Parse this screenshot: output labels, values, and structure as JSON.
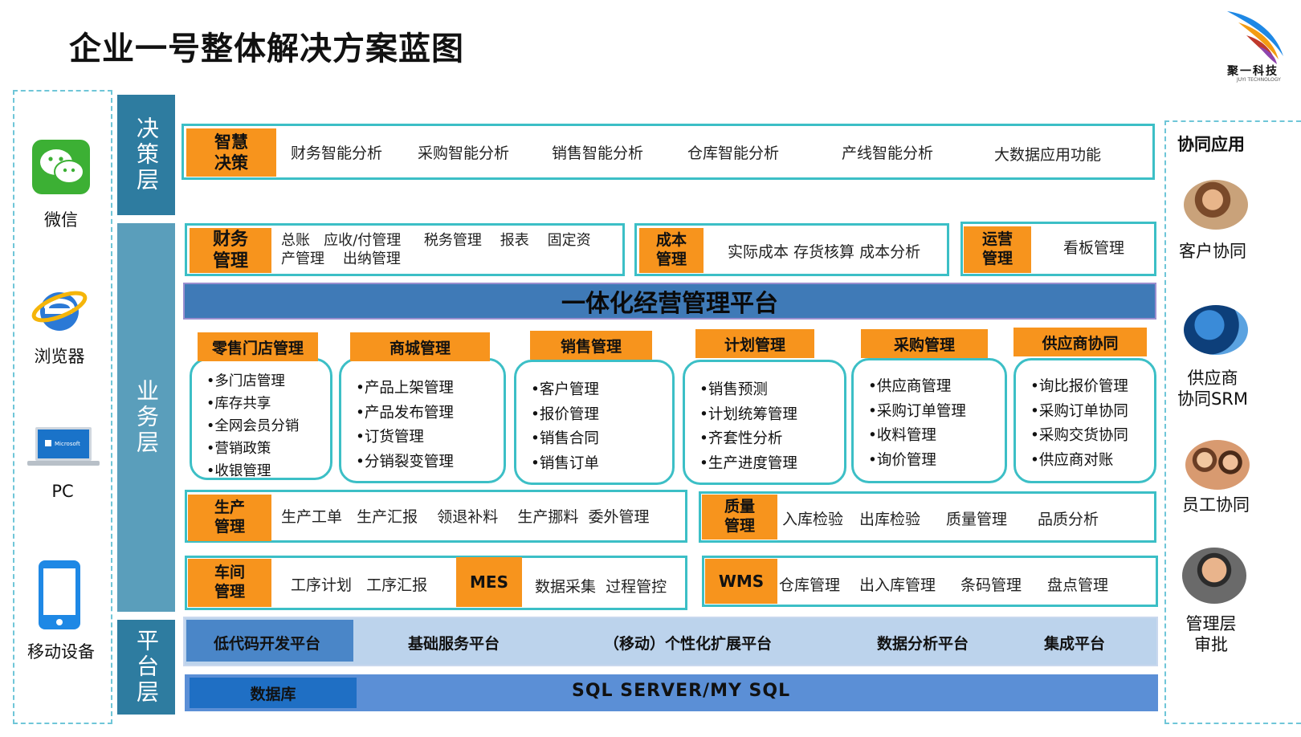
{
  "title": "企业一号整体解决方案蓝图",
  "logo": {
    "name": "聚一科技",
    "sub": "JUYI TECHNOLOGY"
  },
  "left_devices": [
    {
      "label": "微信",
      "icon": "wechat-icon"
    },
    {
      "label": "浏览器",
      "icon": "ie-browser-icon"
    },
    {
      "label": "PC",
      "icon": "laptop-icon"
    },
    {
      "label": "移动设备",
      "icon": "smartphone-icon"
    }
  ],
  "layers": {
    "decision": "决策层",
    "business": "业务层",
    "platform": "平台层"
  },
  "decision_row": {
    "tag": "智慧\n决策",
    "items": [
      "财务智能分析",
      "采购智能分析",
      "销售智能分析",
      "仓库智能分析",
      "产线智能分析",
      "大数据应用功能"
    ]
  },
  "finance": {
    "tag": "财务\n管理",
    "line1": "总账   应收/付管理     税务管理    报表    固定资",
    "line2": "产管理    出纳管理"
  },
  "cost": {
    "tag": "成本\n管理",
    "text": "实际成本 存货核算 成本分析"
  },
  "ops": {
    "tag": "运营\n管理",
    "text": "看板管理"
  },
  "platform_banner": "一体化经营管理平台",
  "modules": [
    {
      "head": "零售门店管理",
      "items": [
        "•多门店管理",
        "•库存共享",
        "•全网会员分销",
        "•营销政策",
        "•收银管理"
      ]
    },
    {
      "head": "商城管理",
      "items": [
        "•产品上架管理",
        "•产品发布管理",
        "•订货管理",
        "•分销裂变管理"
      ]
    },
    {
      "head": "销售管理",
      "items": [
        "•客户管理",
        "•报价管理",
        "•销售合同",
        "•销售订单"
      ]
    },
    {
      "head": "计划管理",
      "items": [
        "•销售预测",
        "•计划统筹管理",
        "•齐套性分析",
        "•生产进度管理"
      ]
    },
    {
      "head": "采购管理",
      "items": [
        "•供应商管理",
        "•采购订单管理",
        "•收料管理",
        "•询价管理"
      ]
    },
    {
      "head": "供应商协同",
      "items": [
        "•询比报价管理",
        "•采购订单协同",
        "•采购交货协同",
        "•供应商对账"
      ]
    }
  ],
  "production": {
    "tag": "生产\n管理",
    "text": "生产工单   生产汇报    领退补料    生产挪料  委外管理"
  },
  "quality": {
    "tag": "质量\n管理",
    "items": [
      "入库检验",
      "出库检验",
      "质量管理",
      "品质分析"
    ]
  },
  "workshop": {
    "tag": "车间\n管理",
    "text": "工序计划   工序汇报"
  },
  "mes": {
    "tag": "MES",
    "text": "数据采集  过程管控"
  },
  "wms": {
    "tag": "WMS",
    "items": [
      "仓库管理",
      "出入库管理",
      "条码管理",
      "盘点管理"
    ]
  },
  "platform_row": [
    "低代码开发平台",
    "基础服务平台",
    "（移动）个性化扩展平台",
    "数据分析平台",
    "集成平台"
  ],
  "db_row": {
    "tag": "数据库",
    "text": "SQL SERVER/MY SQL"
  },
  "right_panel": {
    "title": "协同应用",
    "items": [
      "客户协同",
      "供应商\n协同SRM",
      "员工协同",
      "管理层\n审批"
    ]
  },
  "colors": {
    "orange": "#f7941d",
    "teal": "#3cbfc6",
    "layer_blue": "#2e7ca0",
    "platform_blue": "#3f7ab7"
  }
}
